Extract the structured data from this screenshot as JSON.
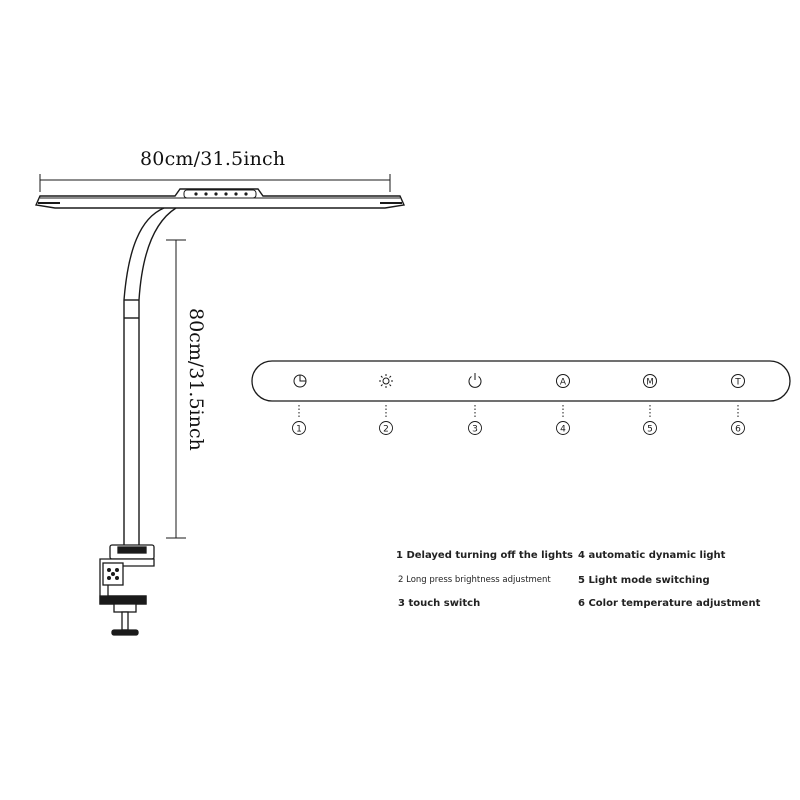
{
  "dimensions": {
    "width_label": "80cm/31.5inch",
    "height_label": "80cm/31.5inch"
  },
  "panel": {
    "buttons": [
      {
        "number": "1",
        "icon": "timer-icon"
      },
      {
        "number": "2",
        "icon": "brightness-icon"
      },
      {
        "number": "3",
        "icon": "power-icon"
      },
      {
        "number": "4",
        "icon": "letter-a-icon",
        "glyph": "A"
      },
      {
        "number": "5",
        "icon": "letter-m-icon",
        "glyph": "M"
      },
      {
        "number": "6",
        "icon": "letter-t-icon",
        "glyph": "T"
      }
    ]
  },
  "legend": {
    "item1": "1  Delayed turning off the lights",
    "item2": "2  Long press brightness adjustment",
    "item3": "3  touch switch",
    "item4": "4 automatic dynamic light",
    "item5": "5 Light mode switching",
    "item6": "6 Color temperature adjustment"
  },
  "colors": {
    "line": "#1a1a1a",
    "lamp_gray": "#9a9a9a"
  }
}
